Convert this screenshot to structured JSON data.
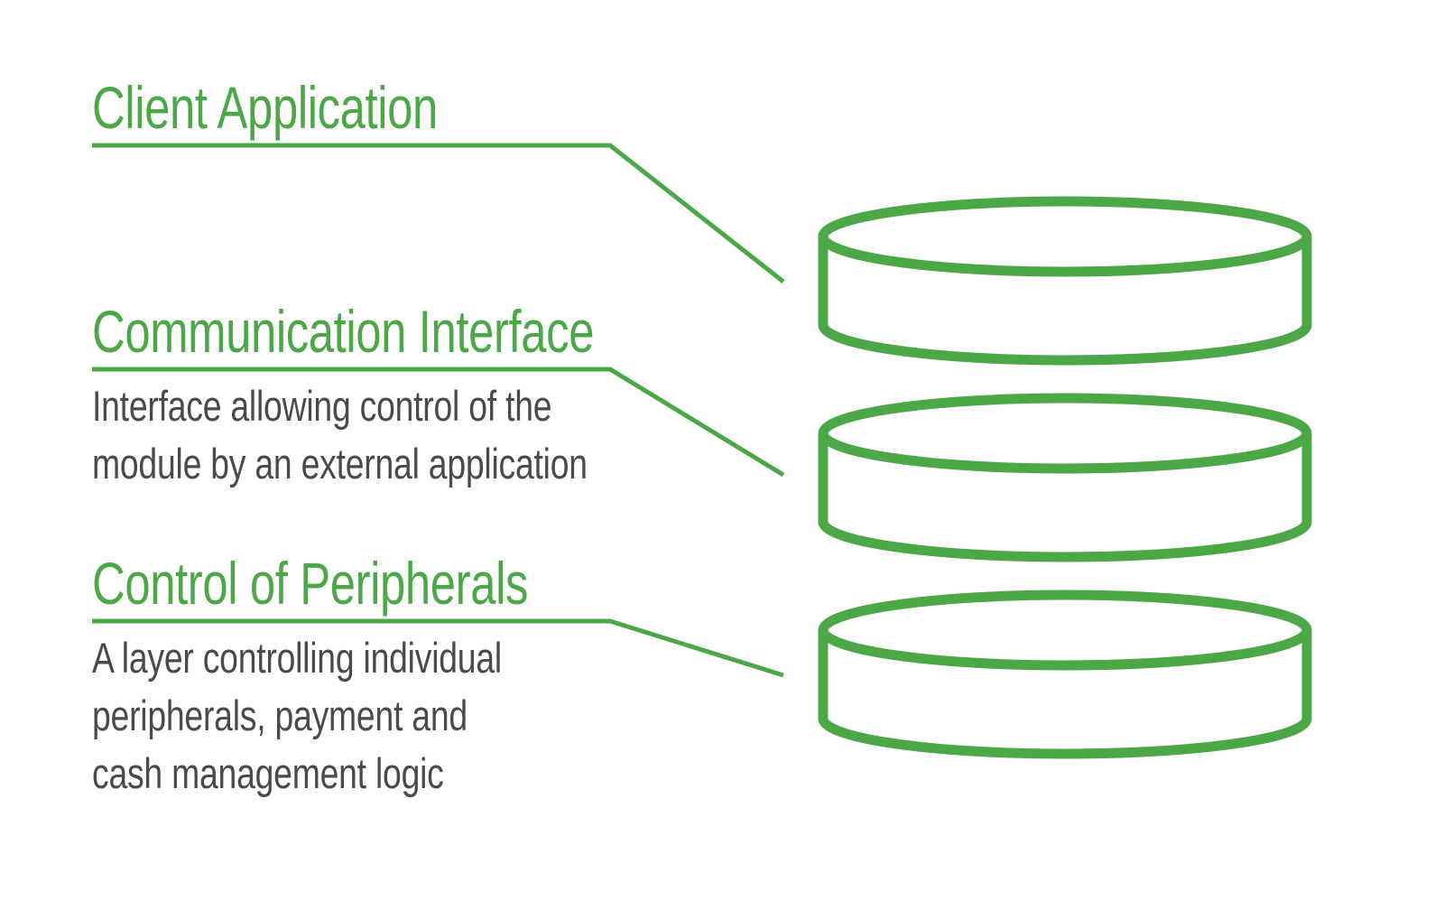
{
  "colors": {
    "accent": "#4ca847",
    "text": "#4a4a4a",
    "background": "#ffffff"
  },
  "layers": [
    {
      "title": "Client Application",
      "description": []
    },
    {
      "title": "Communication Interface",
      "description": [
        "Interface allowing control of the",
        "module by an external application"
      ]
    },
    {
      "title": "Control of Peripherals",
      "description": [
        "A layer controlling individual",
        "peripherals, payment and",
        "cash management logic"
      ]
    }
  ],
  "icons": [
    "disk-layer-icon",
    "disk-layer-icon",
    "disk-layer-icon"
  ]
}
